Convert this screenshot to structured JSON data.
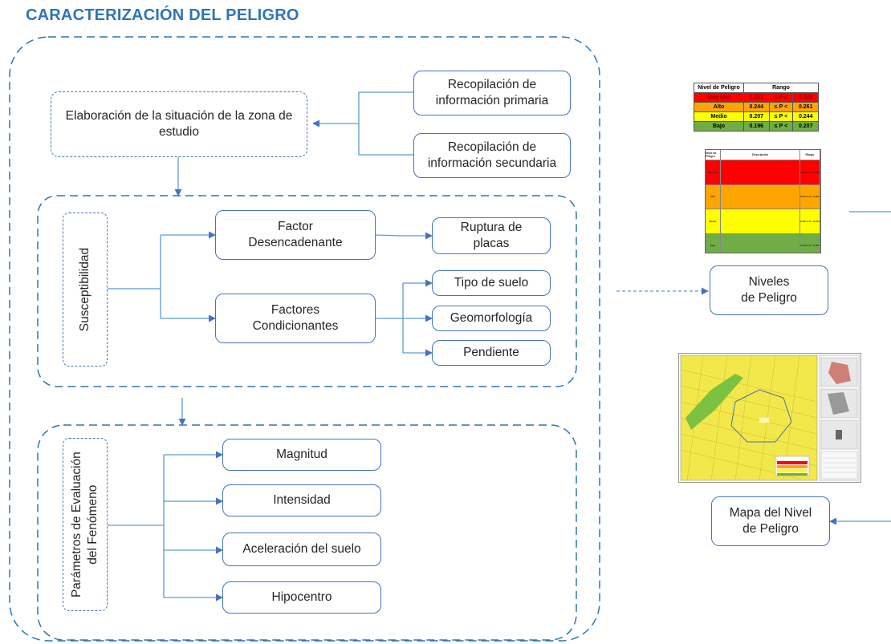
{
  "title": "CARACTERIZACIÓN DEL PELIGRO",
  "flow": {
    "situacion": "Elaboración de la situación de la zona de\nestudio",
    "info_primaria": "Recopilación de\ninformación primaria",
    "info_secundaria": "Recopilación de\ninformación secundaria"
  },
  "susceptibilidad": {
    "label": "Susceptibilidad",
    "factor_desencadenante": "Factor\nDesencadenante",
    "ruptura_placas": "Ruptura de\nplacas",
    "factores_condicionantes": "Factores\nCondicionantes",
    "tipo_suelo": "Tipo de suelo",
    "geomorfologia": "Geomorfología",
    "pendiente": "Pendiente"
  },
  "parametros": {
    "label": "Parámetros de Evaluación\ndel Fenómeno",
    "magnitud": "Magnitud",
    "intensidad": "Intensidad",
    "aceleracion": "Aceleración del suelo",
    "hipocentro": "Hipocentro"
  },
  "niveles_peligro": "Niveles\nde Peligro",
  "mapa_nivel_peligro": "Mapa del Nivel\nde Peligro",
  "range_table": {
    "headers": [
      "Nivel de Peligro",
      "Rango"
    ],
    "rows": [
      {
        "level": "Muy alto",
        "low": "0.261",
        "op": "≤ P ≤",
        "high": "0.328",
        "color": "#ff0000",
        "text_color": "#8b0000"
      },
      {
        "level": "Alto",
        "low": "0.244",
        "op": "≤ P <",
        "high": "0.261",
        "color": "#ffa500",
        "text_color": "#000000"
      },
      {
        "level": "Medio",
        "low": "0.207",
        "op": "≤ P <",
        "high": "0.244",
        "color": "#ffff00",
        "text_color": "#000000"
      },
      {
        "level": "Bajo",
        "low": "0.196",
        "op": "≤ P <",
        "high": "0.207",
        "color": "#70ad47",
        "text_color": "#000000"
      }
    ]
  },
  "desc_table": {
    "headers": [
      "Nivel de Peligro",
      "Descripción",
      "Rango"
    ],
    "rows": [
      {
        "level": "Muy alto",
        "range": "0,261 ≤ P ≤ 0,328",
        "color": "#ff0000"
      },
      {
        "level": "Alto",
        "range": "0,244 ≤ P < 0,261",
        "color": "#ffa500"
      },
      {
        "level": "Medio",
        "range": "0,207 ≤ P < 0,244",
        "color": "#ffff00"
      },
      {
        "level": "Bajo",
        "range": "0,196 ≤ P < 0,207",
        "color": "#70ad47"
      }
    ]
  },
  "colors": {
    "accent": "#4472c4",
    "title": "#2e75b6",
    "map_yellow": "#f2e84b",
    "map_green": "#7cc142"
  }
}
